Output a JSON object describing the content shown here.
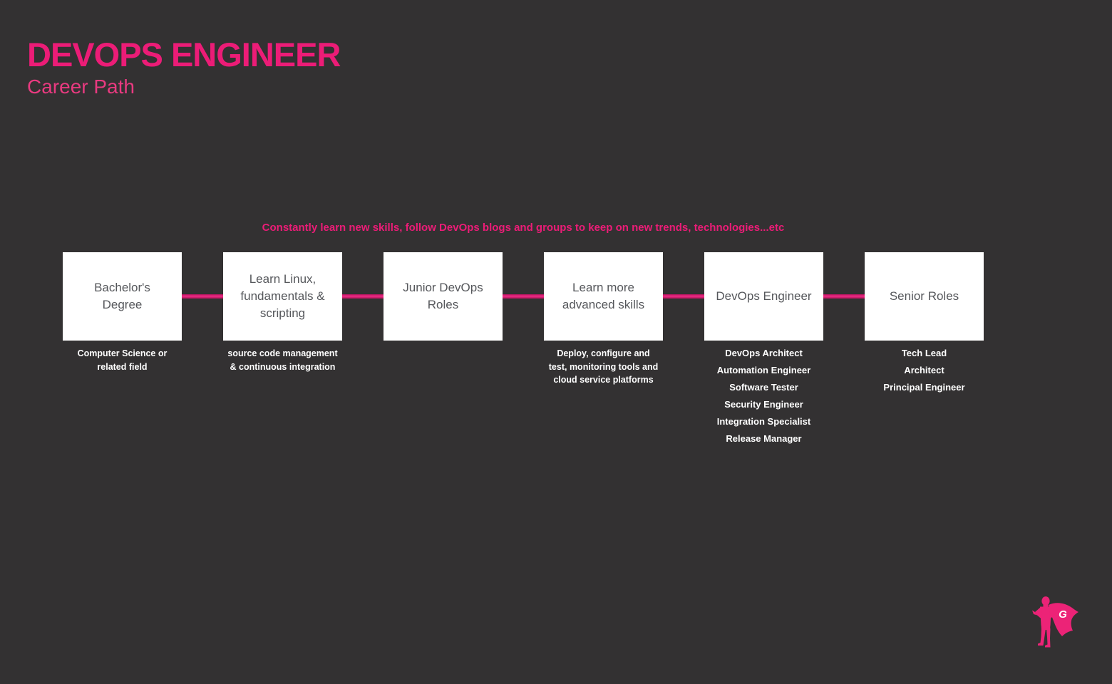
{
  "colors": {
    "background": "#333132",
    "accent_pink": "#EC1C77",
    "accent_pink_light": "#E93A80",
    "box_text_gray": "#55575B"
  },
  "header": {
    "title": "DEVOPS ENGINEER",
    "subtitle": "Career Path"
  },
  "annotation": "Constantly learn new skills, follow DevOps blogs and groups to keep on new trends, technologies...etc",
  "path": {
    "steps": [
      {
        "title": "Bachelor's\nDegree",
        "caption": "Computer Science or\nrelated field"
      },
      {
        "title": "Learn Linux,\nfundamentals &\nscripting",
        "caption": "source code management\n& continuous integration"
      },
      {
        "title": "Junior DevOps\nRoles"
      },
      {
        "title": "Learn more\nadvanced skills",
        "caption": "Deploy, configure and\ntest, monitoring tools and\ncloud service platforms"
      },
      {
        "title": "DevOps Engineer",
        "roles": [
          "DevOps Architect",
          "Automation Engineer",
          "Software Tester",
          "Security Engineer",
          "Integration Specialist",
          "Release Manager"
        ]
      },
      {
        "title": "Senior Roles",
        "roles": [
          "Tech Lead",
          "Architect",
          "Principal Engineer"
        ]
      }
    ]
  },
  "logo": {
    "letter": "G"
  }
}
